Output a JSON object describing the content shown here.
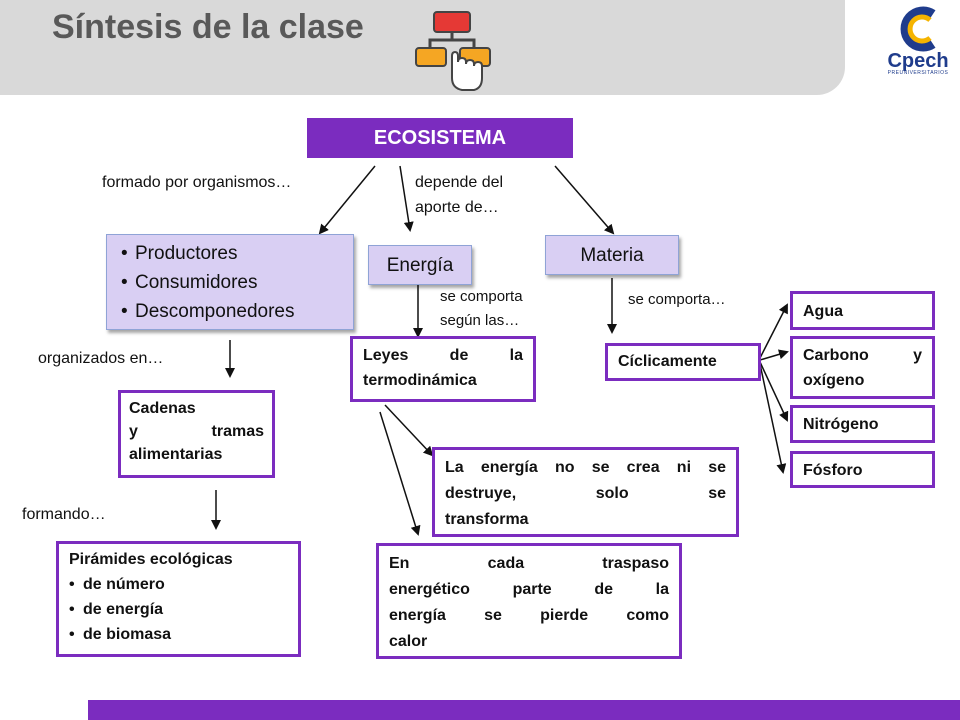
{
  "header": {
    "title": "Síntesis de la clase"
  },
  "logo": {
    "name": "Cpech",
    "tagline": "PREUNIVERSITARIOS"
  },
  "root": "ECOSISTEMA",
  "labels": {
    "formado": "formado por organismos…",
    "depende_1": "depende del",
    "depende_2": "aporte de…",
    "se_comporta_segun_1": "se comporta",
    "se_comporta_segun_2": "según las…",
    "se_comporta": "se comporta…",
    "organizados": "organizados en…",
    "formando": "formando…"
  },
  "organisms": [
    "Productores",
    "Consumidores",
    "Descomponedores"
  ],
  "energia": "Energía",
  "materia": "Materia",
  "cadenas": {
    "line1": "Cadenas",
    "line2": "y tramas",
    "line3": "alimentarias"
  },
  "piramides": {
    "title": "Pirámides ecológicas",
    "items": [
      "de número",
      "de energía",
      "de biomasa"
    ]
  },
  "leyes": {
    "line1": "Leyes de la",
    "line2": "termodinámica"
  },
  "ley1": {
    "line1": "La energía no se crea ni se",
    "line2": "destruye, solo se",
    "line3": "transforma"
  },
  "ley2": {
    "line1": "En cada traspaso",
    "line2": "energético parte de la",
    "line3": "energía se pierde como",
    "line4": "calor"
  },
  "ciclicamente": "Cíclicamente",
  "ciclos": {
    "agua": "Agua",
    "carbono_1": "Carbono y",
    "carbono_2": "oxígeno",
    "nitrogeno": "Nitrógeno",
    "fosforo": "Fósforo"
  },
  "colors": {
    "accent": "#7b2cbf",
    "pill_fill": "#d9cff3",
    "header_bg": "#d9d9d9",
    "title": "#595959"
  },
  "icons": [
    "flowchart-hand-icon",
    "cpech-logo-icon"
  ]
}
